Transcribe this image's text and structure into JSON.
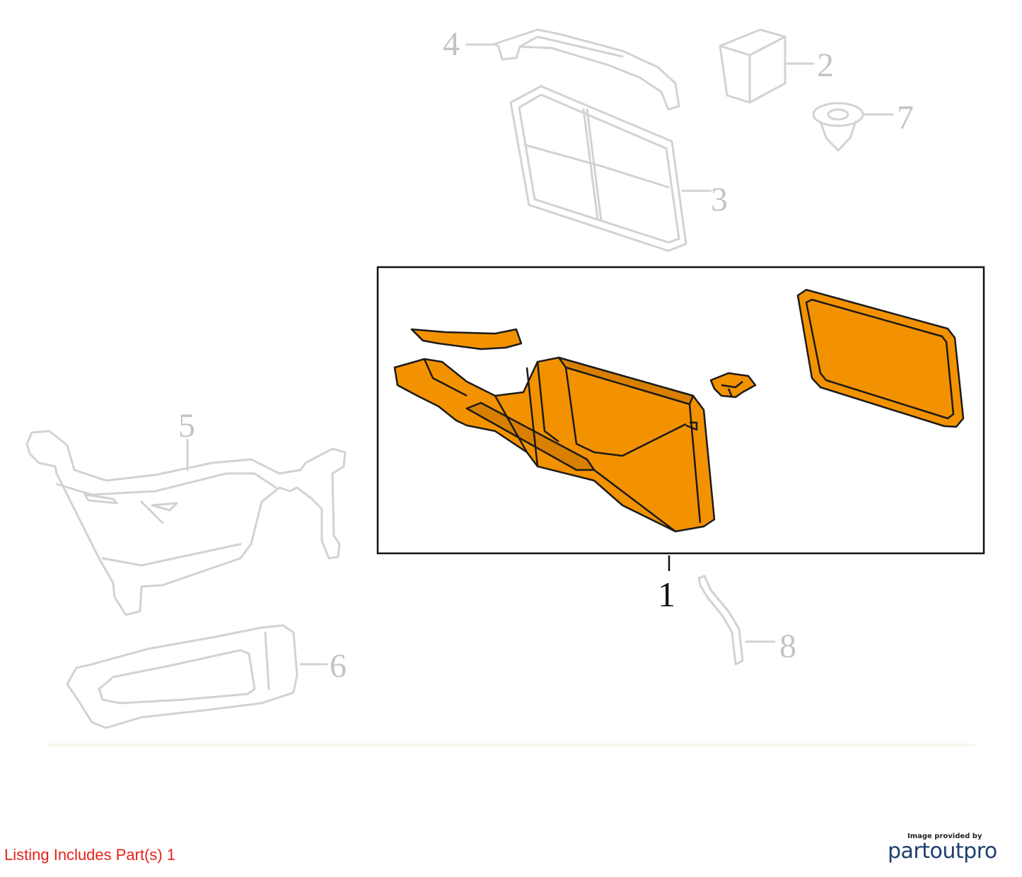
{
  "callouts": {
    "c1": "1",
    "c2": "2",
    "c3": "3",
    "c4": "4",
    "c5": "5",
    "c6": "6",
    "c7": "7",
    "c8": "8"
  },
  "listing_note": "Listing Includes Part(s) 1",
  "credit": {
    "small": "Image provided by",
    "brand": "partoutpro"
  },
  "colors": {
    "highlight": "#f39200",
    "ghost": "#d2d2d2",
    "note": "#e2231a",
    "brand": "#1d3f6e"
  }
}
